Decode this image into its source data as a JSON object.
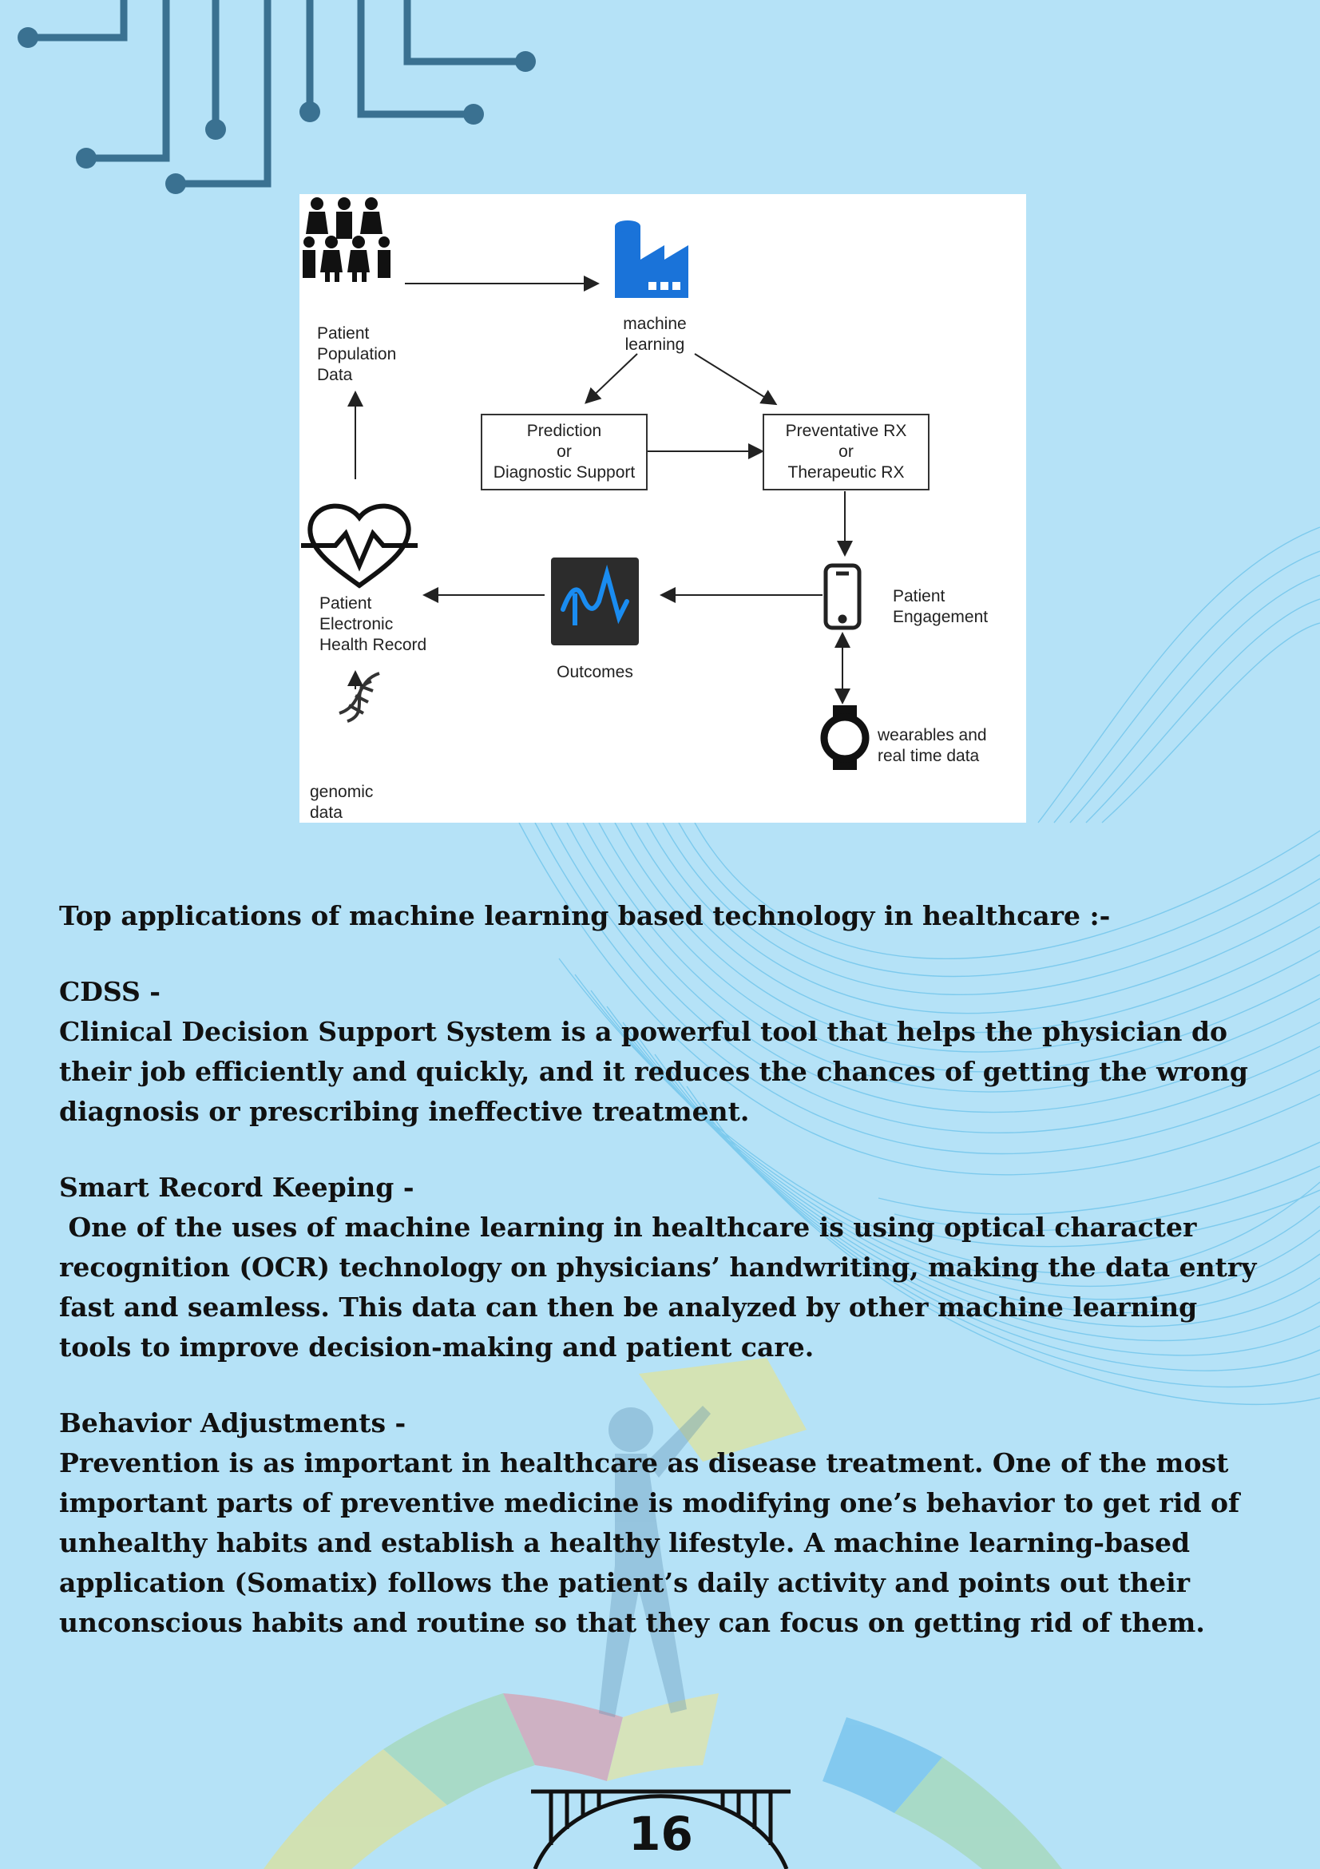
{
  "diagram": {
    "patient_population": "Patient\nPopulation\nData",
    "machine_learning": "machine\nlearning",
    "prediction": "Prediction\nor\nDiagnostic Support",
    "preventative": "Preventative RX\nor\nTherapeutic RX",
    "patient_ehr": "Patient\nElectronic\nHealth Record",
    "outcomes": "Outcomes",
    "patient_engagement": "Patient\nEngagement",
    "wearables": "wearables and\nreal time data",
    "genomic": "genomic\ndata"
  },
  "content": {
    "heading": "Top applications of machine learning based technology in healthcare :-",
    "sections": [
      {
        "title": "CDSS -",
        "body": "Clinical Decision Support System is a powerful tool that helps the physician do their job efficiently and quickly, and it reduces the chances of getting the wrong diagnosis or prescribing ineffective treatment."
      },
      {
        "title": "Smart Record Keeping -",
        "body": " One of the uses of machine learning in healthcare is using optical character recognition (OCR) technology on physicians’ handwriting, making the data entry fast and seamless. This data can then be analyzed by other machine learning tools to improve decision-making and patient care."
      },
      {
        "title": "Behavior Adjustments -",
        "body": "Prevention is as important in healthcare as disease treatment. One of the most important parts of preventive medicine is modifying one’s behavior to get rid of unhealthy habits and establish a healthy lifestyle. A machine learning-based application (Somatix) follows the patient’s daily activity and points out their unconscious habits and routine so that they can focus on getting rid of them."
      }
    ]
  },
  "page_number": "16",
  "colors": {
    "background": "#b5e2f7",
    "circuit": "#3a7191",
    "accent_blue": "#1a73d9"
  }
}
